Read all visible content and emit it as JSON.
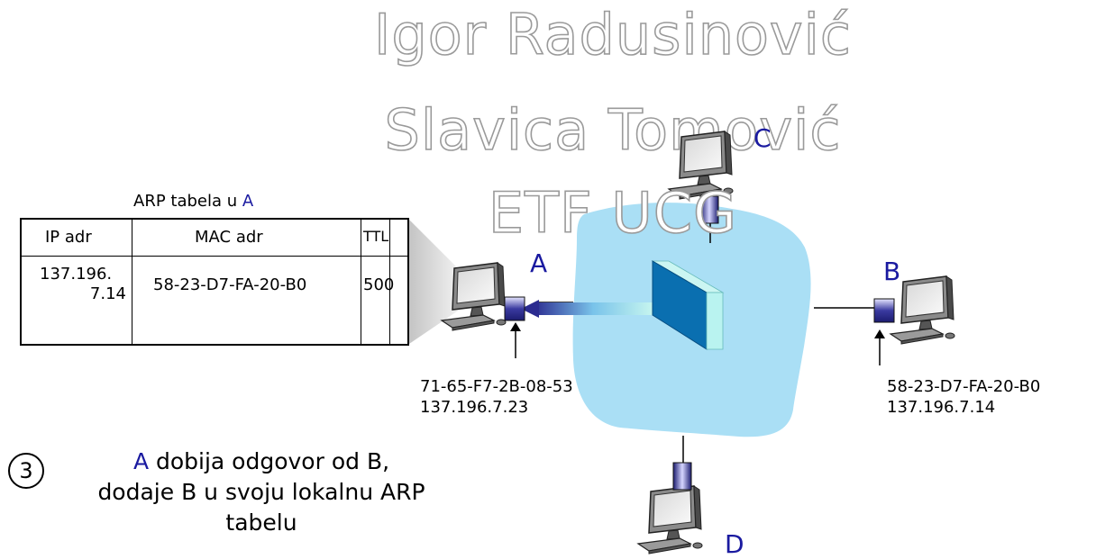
{
  "watermark": {
    "line1": "Igor Radusinović",
    "line2": "Slavica Tomović",
    "line3": "ETF UCG"
  },
  "arp_table": {
    "caption_prefix": "ARP tabela u ",
    "caption_node": "A",
    "headers": [
      "IP adr",
      "MAC adr",
      "TTL"
    ],
    "row": {
      "ip_line1": "137.196.",
      "ip_line2": "7.14",
      "mac": "58-23-D7-FA-20-B0",
      "ttl": "500"
    }
  },
  "nodes": {
    "A": {
      "label": "A",
      "mac": "71-65-F7-2B-08-53",
      "ip": "137.196.7.23"
    },
    "B": {
      "label": "B",
      "mac": "58-23-D7-FA-20-B0",
      "ip": "137.196.7.14"
    },
    "C": {
      "label": "C"
    },
    "D": {
      "label": "D"
    }
  },
  "step": {
    "number": "3",
    "text_node": "A",
    "text_line1": " dobija odgovor od B,",
    "text_line2": "dodaje B u svoju lokalnu ARP",
    "text_line3": "tabelu"
  },
  "colors": {
    "lan_cloud": "#aadff5",
    "switch_front": "#0a6fb0",
    "switch_side": "#b9f3f0",
    "label_blue": "#1a1aa0",
    "adapter": "#2b2b90"
  }
}
